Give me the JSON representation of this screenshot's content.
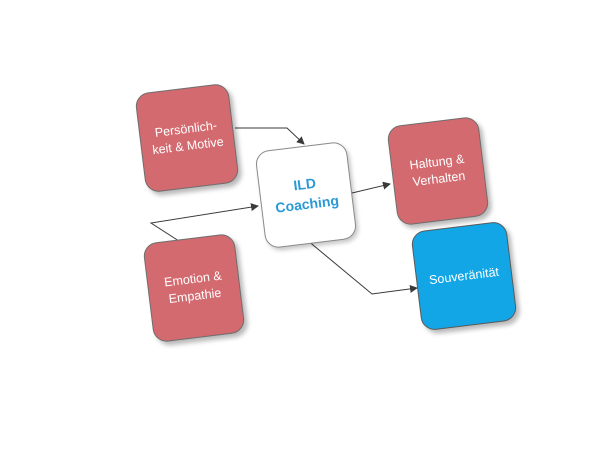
{
  "diagram": {
    "type": "flow",
    "nodes": [
      {
        "id": "pers",
        "label": "Persönlich-\nkeit & Motive",
        "fill": "#d36a6f",
        "text_color": "#ffffff"
      },
      {
        "id": "emo",
        "label": "Emotion &\nEmpathie",
        "fill": "#d36a6f",
        "text_color": "#ffffff"
      },
      {
        "id": "ild",
        "label": "ILD\nCoaching",
        "fill": "#ffffff",
        "text_color": "#2a9ad6"
      },
      {
        "id": "halt",
        "label": "Haltung &\nVerhalten",
        "fill": "#d36a6f",
        "text_color": "#ffffff"
      },
      {
        "id": "souv",
        "label": "Souveränität",
        "fill": "#12a6e6",
        "text_color": "#ffffff"
      }
    ],
    "edges": [
      {
        "from": "pers",
        "to": "ild"
      },
      {
        "from": "emo",
        "to": "ild"
      },
      {
        "from": "ild",
        "to": "halt"
      },
      {
        "from": "ild",
        "to": "souv"
      }
    ]
  },
  "colors": {
    "accent_red": "#d36a6f",
    "accent_blue": "#12a6e6",
    "title_blue": "#2a9ad6",
    "connector": "#3a3a3a"
  }
}
